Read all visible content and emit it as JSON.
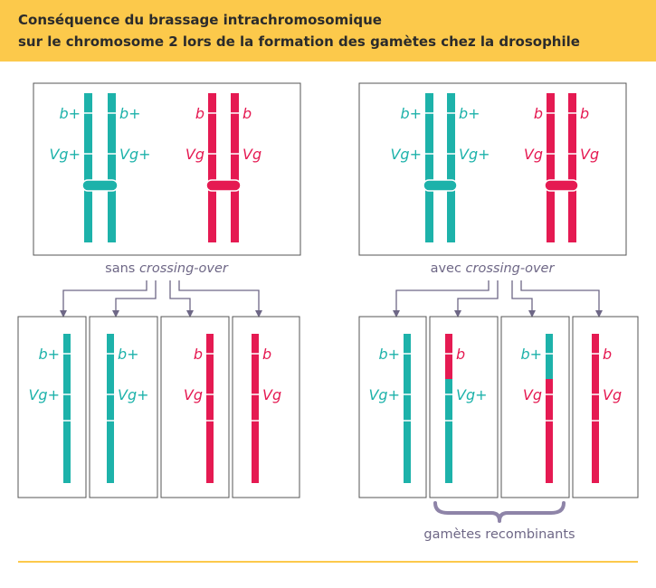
{
  "title": {
    "line1": "Conséquence du brassage intrachromosomique",
    "line2": "sur le chromosome 2 lors de la formation des gamètes chez la drosophile"
  },
  "colors": {
    "teal": "#1db2aa",
    "pink": "#e51a52",
    "purple": "#6e6786",
    "frame": "#555555",
    "band": "#fcc94b"
  },
  "alleles": {
    "b_plus": "b+",
    "vg_plus": "Vg+",
    "b": "b",
    "vg": "Vg"
  },
  "captions": {
    "sans": "sans ",
    "avec": "avec ",
    "crossing": "crossing-over",
    "recombinants": "gamètes recombinants"
  }
}
